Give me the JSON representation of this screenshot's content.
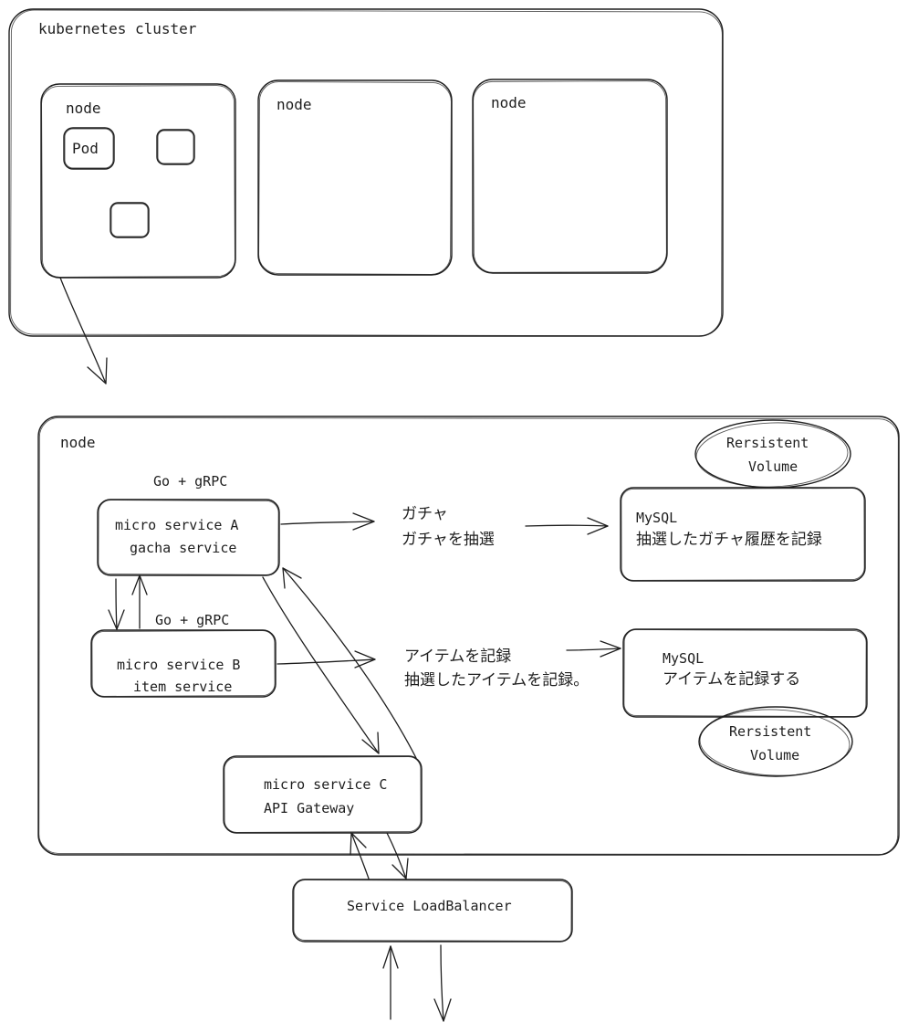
{
  "cluster": {
    "label": "kubernetes cluster",
    "nodes": [
      {
        "label": "node",
        "pod_label": "Pod"
      },
      {
        "label": "node"
      },
      {
        "label": "node"
      }
    ]
  },
  "detail_node": {
    "label": "node",
    "service_a": {
      "tech": "Go + gRPC",
      "line1": "micro service A",
      "line2": "gacha service",
      "note_line1": "ガチャ",
      "note_line2": "ガチャを抽選",
      "db_line1": "MySQL",
      "db_line2": "抽選したガチャ履歴を記録",
      "volume_line1": "Rersistent",
      "volume_line2": "Volume"
    },
    "service_b": {
      "tech": "Go + gRPC",
      "line1": "micro service B",
      "line2": "item service",
      "note_line1": "アイテムを記録",
      "note_line2": "抽選したアイテムを記録。",
      "db_line1": "MySQL",
      "db_line2": "アイテムを記録する",
      "volume_line1": "Rersistent",
      "volume_line2": "Volume"
    },
    "service_c": {
      "line1": "micro service C",
      "line2": "API Gateway"
    }
  },
  "load_balancer": {
    "label": "Service LoadBalancer"
  },
  "colors": {
    "stroke": "#1e1e1e",
    "background": "#ffffff"
  }
}
